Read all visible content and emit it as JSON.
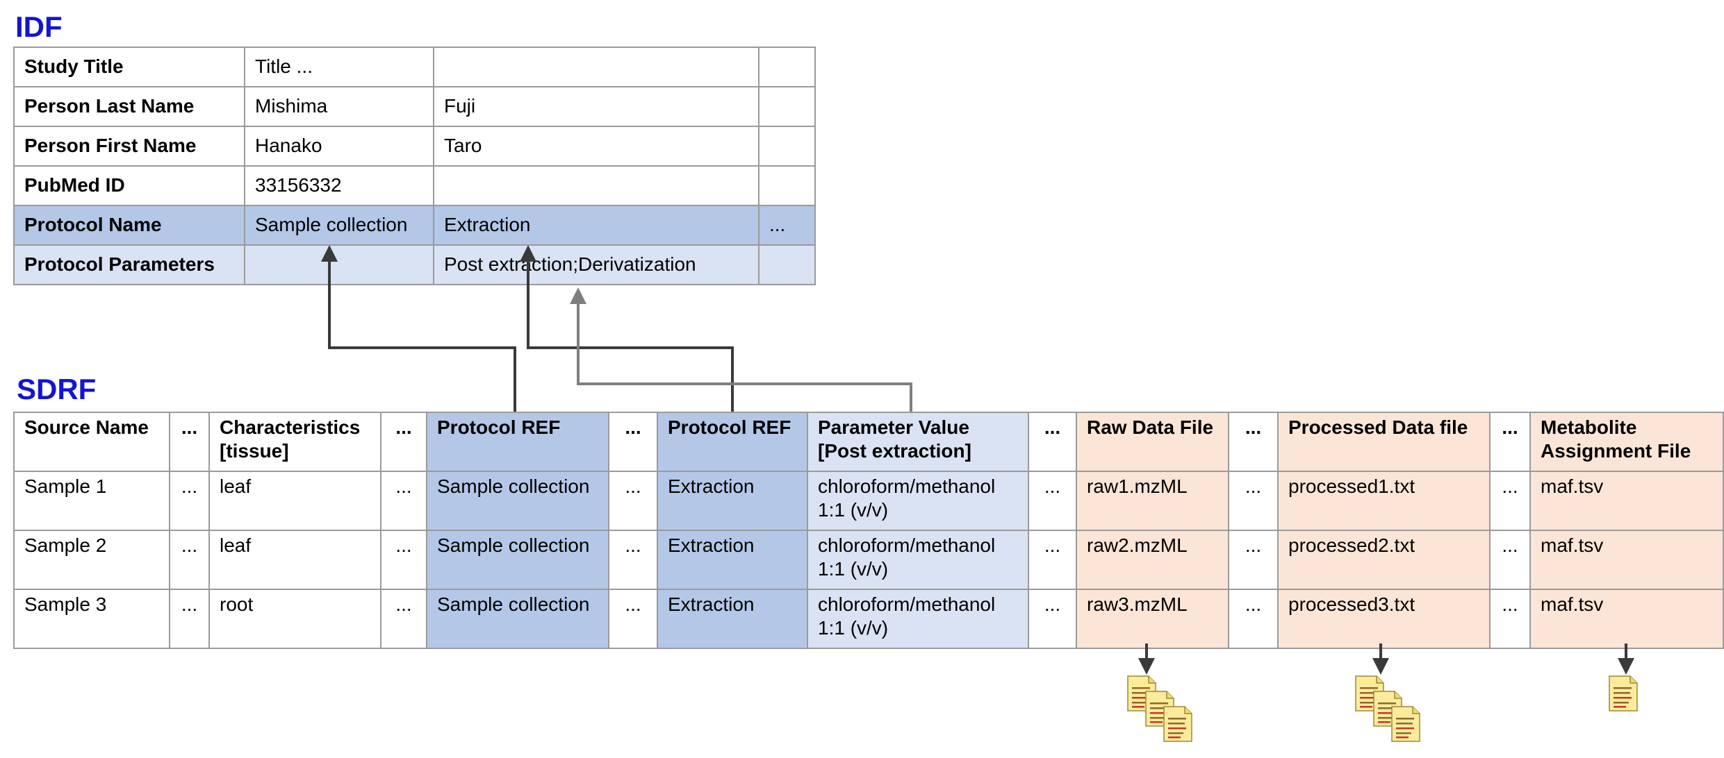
{
  "idf": {
    "title": "IDF",
    "rows": [
      {
        "label": "Study Title",
        "values": [
          "Title ...",
          "",
          ""
        ]
      },
      {
        "label": "Person Last Name",
        "values": [
          "Mishima",
          "Fuji",
          ""
        ]
      },
      {
        "label": "Person First Name",
        "values": [
          "Hanako",
          "Taro",
          ""
        ]
      },
      {
        "label": "PubMed ID",
        "values": [
          "33156332",
          "",
          ""
        ]
      },
      {
        "label": "Protocol Name",
        "values": [
          "Sample collection",
          "Extraction",
          "..."
        ]
      },
      {
        "label": "Protocol Parameters",
        "values": [
          "",
          "Post extraction;Derivatization",
          ""
        ]
      }
    ]
  },
  "sdrf": {
    "title": "SDRF",
    "headers": [
      "Source Name",
      "...",
      "Characteristics [tissue]",
      "...",
      "Protocol REF",
      "...",
      "Protocol REF",
      "Parameter Value [Post extraction]",
      "...",
      "Raw Data File",
      "...",
      "Processed Data file",
      "...",
      "Metabolite Assignment File"
    ],
    "rows": [
      [
        "Sample 1",
        "...",
        "leaf",
        "...",
        "Sample collection",
        "...",
        "Extraction",
        "chloroform/methanol 1:1 (v/v)",
        "...",
        "raw1.mzML",
        "...",
        "processed1.txt",
        "...",
        "maf.tsv"
      ],
      [
        "Sample 2",
        "...",
        "leaf",
        "...",
        "Sample collection",
        "...",
        "Extraction",
        "chloroform/methanol 1:1 (v/v)",
        "...",
        "raw2.mzML",
        "...",
        "processed2.txt",
        "...",
        "maf.tsv"
      ],
      [
        "Sample 3",
        "...",
        "root",
        "...",
        "Sample collection",
        "...",
        "Extraction",
        "chloroform/methanol 1:1 (v/v)",
        "...",
        "raw3.mzML",
        "...",
        "processed3.txt",
        "...",
        "maf.tsv"
      ]
    ]
  },
  "colors": {
    "title_blue": "#1414d4",
    "protocol_ref_fill": "#b4c7e7",
    "parameter_fill": "#dae3f3",
    "file_fill": "#fbe5d6",
    "connector_dark": "#3a3a3a",
    "connector_gray": "#7f7f7f",
    "file_icon_fill": "#fbeb9b"
  },
  "icons": [
    "file-stack-icon",
    "file-stack-icon",
    "file-icon"
  ]
}
